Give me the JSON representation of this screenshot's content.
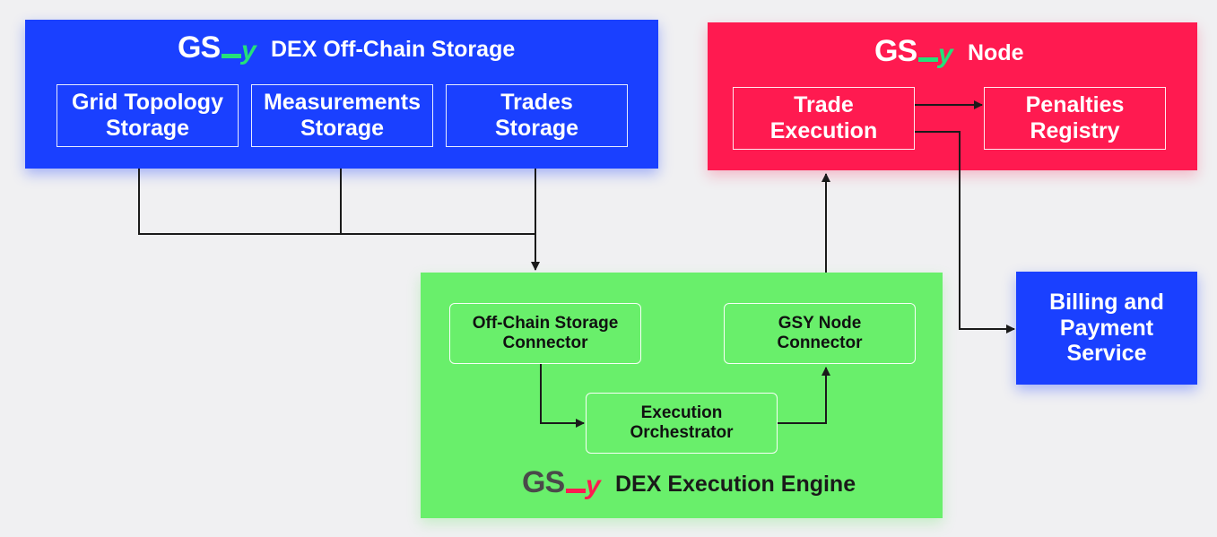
{
  "storage_panel": {
    "logo": {
      "letters": "GS",
      "tail": "y"
    },
    "title": "DEX Off-Chain Storage",
    "boxes": [
      {
        "label_line1": "Grid Topology",
        "label_line2": "Storage"
      },
      {
        "label_line1": "Measurements",
        "label_line2": "Storage"
      },
      {
        "label_line1": "Trades",
        "label_line2": "Storage"
      }
    ]
  },
  "node_panel": {
    "logo": {
      "letters": "GS",
      "tail": "y"
    },
    "title": "Node",
    "boxes": [
      {
        "label_line1": "Trade",
        "label_line2": "Execution"
      },
      {
        "label_line1": "Penalties",
        "label_line2": "Registry"
      }
    ]
  },
  "engine_panel": {
    "logo": {
      "letters": "GS",
      "tail": "y"
    },
    "title": "DEX Execution Engine",
    "boxes": [
      {
        "label_line1": "Off-Chain Storage",
        "label_line2": "Connector"
      },
      {
        "label_line1": "GSY Node",
        "label_line2": "Connector"
      },
      {
        "label_line1": "Execution",
        "label_line2": "Orchestrator"
      }
    ]
  },
  "billing": {
    "label_line1": "Billing and",
    "label_line2": "Payment",
    "label_line3": "Service"
  },
  "colors": {
    "storage_blue": "#1a40ff",
    "node_red": "#ff1a50",
    "engine_green": "#69ef6b",
    "logo_accent_green": "#25e07a",
    "logo_accent_red": "#ff1a50",
    "connector_line": "#1a1a1a"
  }
}
